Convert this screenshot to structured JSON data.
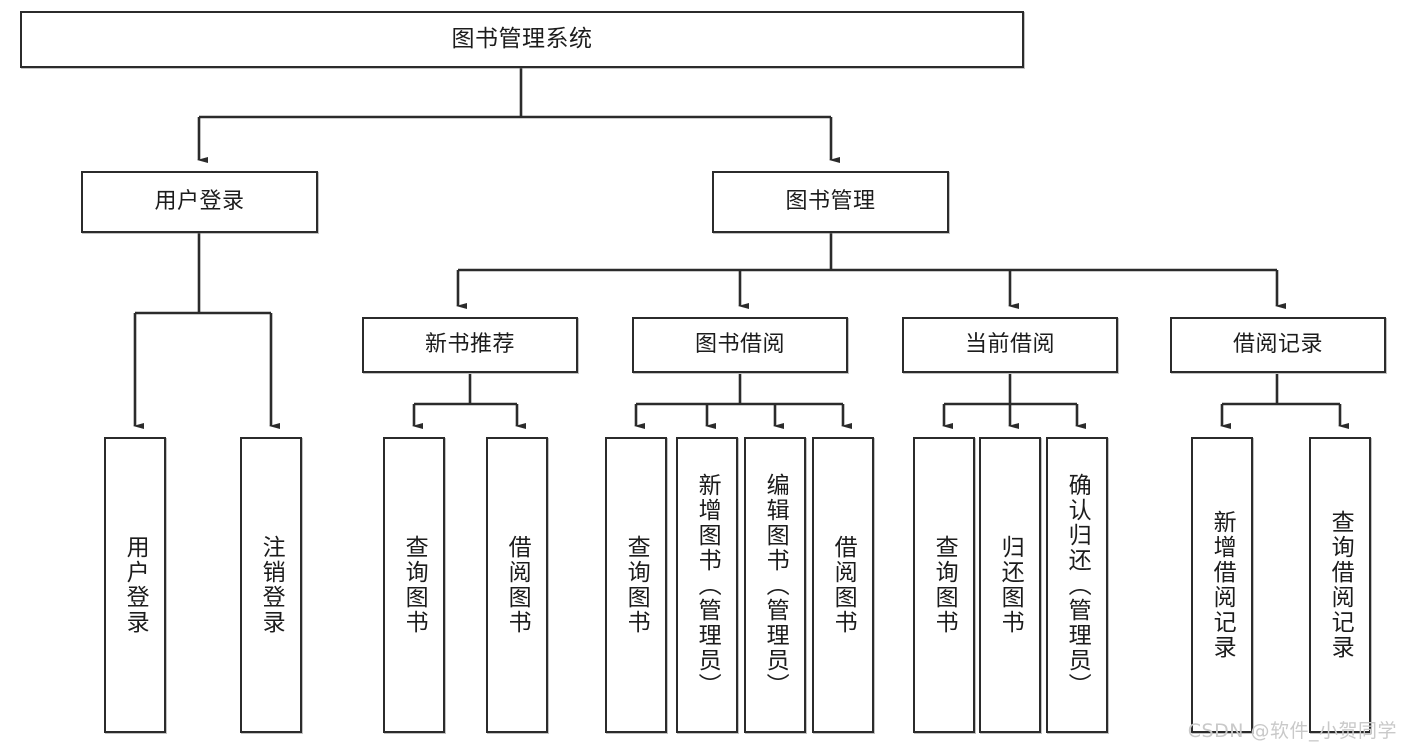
{
  "diagram": {
    "title": "图书管理系统",
    "watermark": "CSDN @软件_小贺同学",
    "colors": {
      "stroke": "#2b2b2b",
      "fill": "#ffffff",
      "text": "#1c1c1c",
      "watermark": "#c9c9c9"
    },
    "nodes": {
      "root": "图书管理系统",
      "level2": {
        "user_login": "用户登录",
        "book_manage": "图书管理"
      },
      "level3": {
        "new_book_recommend": "新书推荐",
        "book_borrow": "图书借阅",
        "current_borrow": "当前借阅",
        "borrow_record": "借阅记录"
      },
      "leaves": {
        "user_login_children": [
          "用户登录",
          "注销登录"
        ],
        "new_book_recommend_children": [
          "查询图书",
          "借阅图书"
        ],
        "book_borrow_children": [
          "查询图书",
          "新增图书（管理员）",
          "编辑图书（管理员）",
          "借阅图书"
        ],
        "current_borrow_children": [
          "查询图书",
          "归还图书",
          "确认归还（管理员）"
        ],
        "borrow_record_children": [
          "新增借阅记录",
          "查询借阅记录"
        ]
      }
    }
  }
}
